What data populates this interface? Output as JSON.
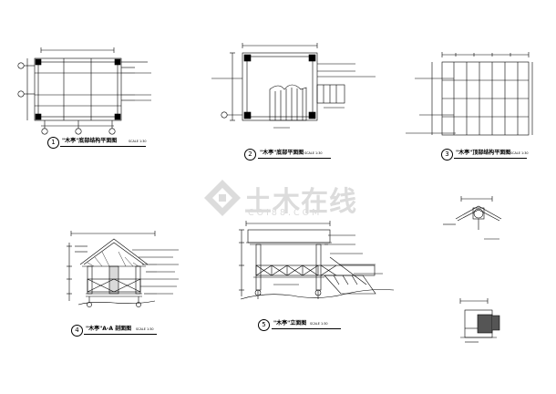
{
  "drawings": [
    {
      "number": "1",
      "title": "\"木亭\"底部结构平面图",
      "scale": "SCALE 1:30"
    },
    {
      "number": "2",
      "title": "\"木亭\"底部平面图",
      "scale": "SCALE 1:30"
    },
    {
      "number": "3",
      "title": "\"木亭\"顶部结构平面图",
      "scale": "SCALE 1:30"
    },
    {
      "number": "4",
      "title": "\"木亭\"A-A  剖面图",
      "scale": "SCALE 1:30"
    },
    {
      "number": "5",
      "title": "\"木亭\"立面图",
      "scale": "SCALE 1:30"
    }
  ],
  "watermark": {
    "name": "土木在线",
    "url": "COI88.COM",
    "color": "#dcdcdc"
  },
  "colors": {
    "line": "#000000",
    "background": "#ffffff",
    "hatch": "#555555"
  }
}
